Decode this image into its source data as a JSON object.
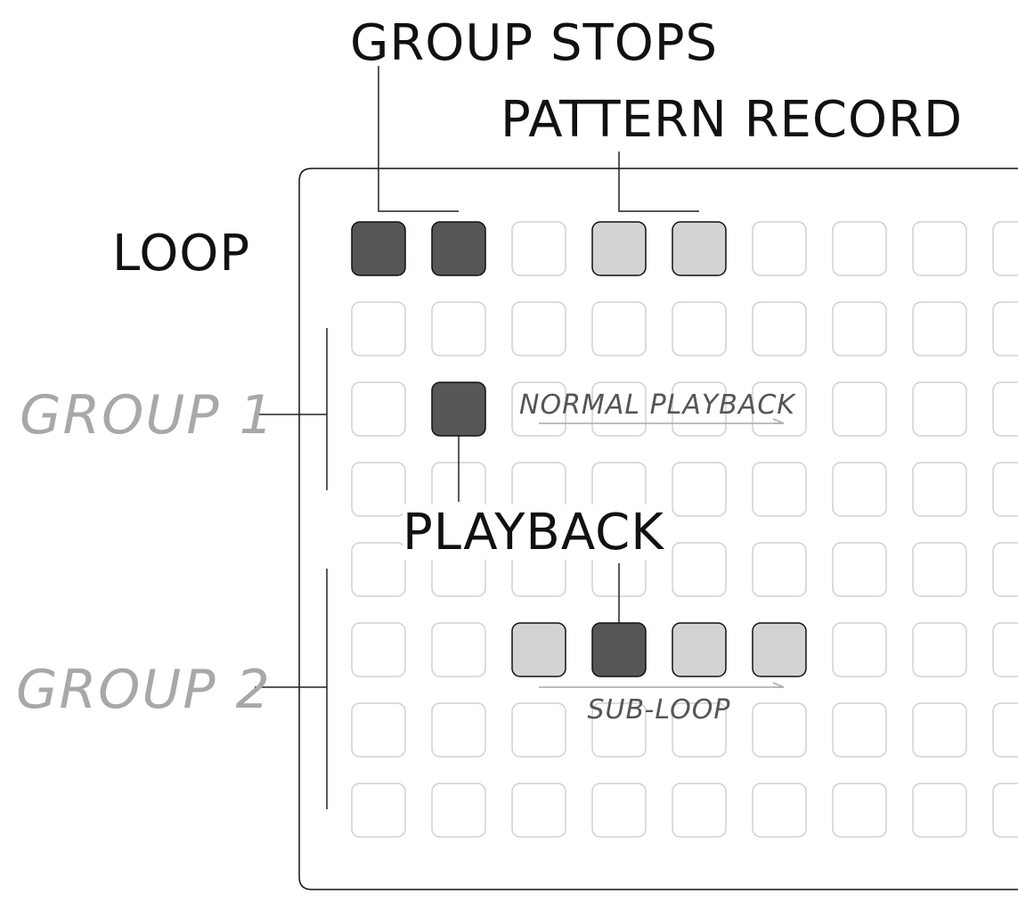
{
  "labels": {
    "group_stops": "GROUP STOPS",
    "pattern_record": "PATTERN RECORD",
    "loop": "LOOP",
    "group_1": "GROUP 1",
    "group_2": "GROUP 2",
    "normal_playback": "NORMAL PLAYBACK",
    "playback": "PLAYBACK",
    "sub_loop": "SUB-LOOP"
  },
  "grid": {
    "rows": 8,
    "cols": 9,
    "lit_keys": [
      {
        "row": 0,
        "col": 0,
        "state": "dark"
      },
      {
        "row": 0,
        "col": 1,
        "state": "dark"
      },
      {
        "row": 0,
        "col": 3,
        "state": "light"
      },
      {
        "row": 0,
        "col": 4,
        "state": "light"
      },
      {
        "row": 2,
        "col": 1,
        "state": "dark"
      },
      {
        "row": 5,
        "col": 2,
        "state": "light"
      },
      {
        "row": 5,
        "col": 3,
        "state": "dark"
      },
      {
        "row": 5,
        "col": 4,
        "state": "light"
      },
      {
        "row": 5,
        "col": 5,
        "state": "light"
      }
    ]
  },
  "colors": {
    "dark_key": "#555757",
    "light_key": "#d3d3d3",
    "unlit_key_border": "#d0d0d0",
    "device_border": "#111111",
    "group_label": "#a8a8a8"
  }
}
